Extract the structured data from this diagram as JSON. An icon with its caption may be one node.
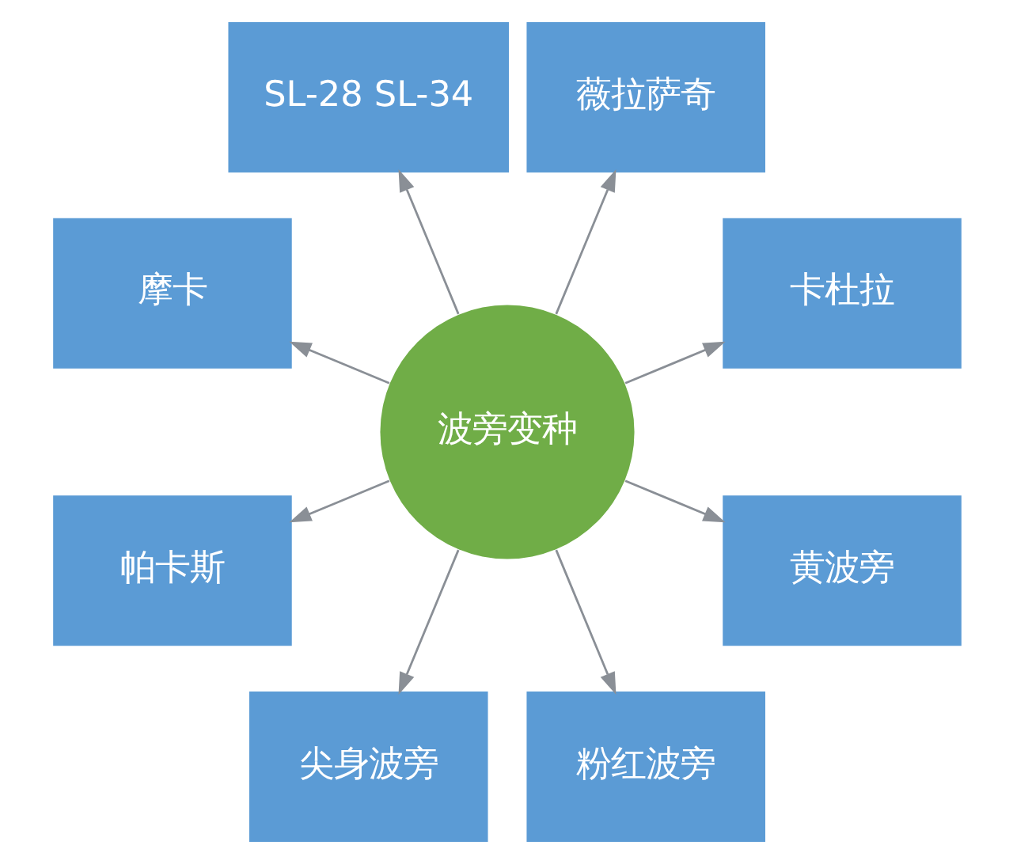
{
  "diagram": {
    "nodes": [
      {
        "text": [
          "卡杜拉"
        ]
      },
      {
        "text": [
          "薇拉萨奇"
        ]
      },
      {
        "text": [
          "SL-28 SL-34"
        ]
      },
      {
        "text": [
          "摩卡"
        ]
      },
      {
        "text": [
          "波旁变种"
        ]
      },
      {
        "text": [
          "帕卡斯"
        ]
      },
      {
        "text": [
          "尖身波旁"
        ]
      },
      {
        "text": [
          "粉红波旁"
        ]
      },
      {
        "text": [
          "黄波旁"
        ]
      }
    ],
    "edges": [
      {
        "from": 4,
        "to": 0,
        "arrow": "to"
      },
      {
        "from": 4,
        "to": 1,
        "arrow": "to"
      },
      {
        "from": 4,
        "to": 2,
        "arrow": "to"
      },
      {
        "from": 4,
        "to": 3,
        "arrow": "to"
      },
      {
        "from": 4,
        "to": 5,
        "arrow": "to"
      },
      {
        "from": 4,
        "to": 6,
        "arrow": "to"
      },
      {
        "from": 4,
        "to": 7,
        "arrow": "to"
      },
      {
        "from": 4,
        "to": 8,
        "arrow": "to"
      }
    ]
  }
}
